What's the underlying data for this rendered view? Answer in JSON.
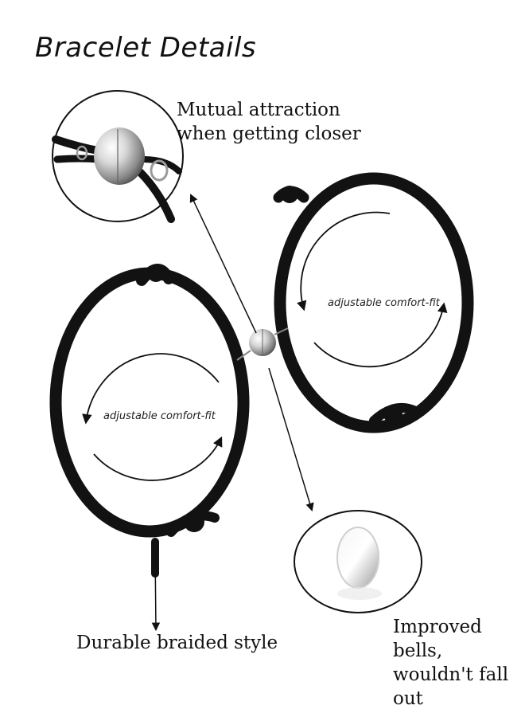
{
  "title": "Bracelet Details",
  "callouts": {
    "mutual_attraction": [
      "Mutual attraction",
      "when getting closer"
    ],
    "durable": "Durable braided style",
    "bells": [
      "Improved bells,",
      "wouldn't fall out"
    ]
  },
  "fit_label_left": "adjustable comfort-fit",
  "fit_label_right": "adjustable comfort-fit",
  "colors": {
    "cord": "#121212",
    "silver": "#c9c9c9",
    "line": "#111111"
  }
}
